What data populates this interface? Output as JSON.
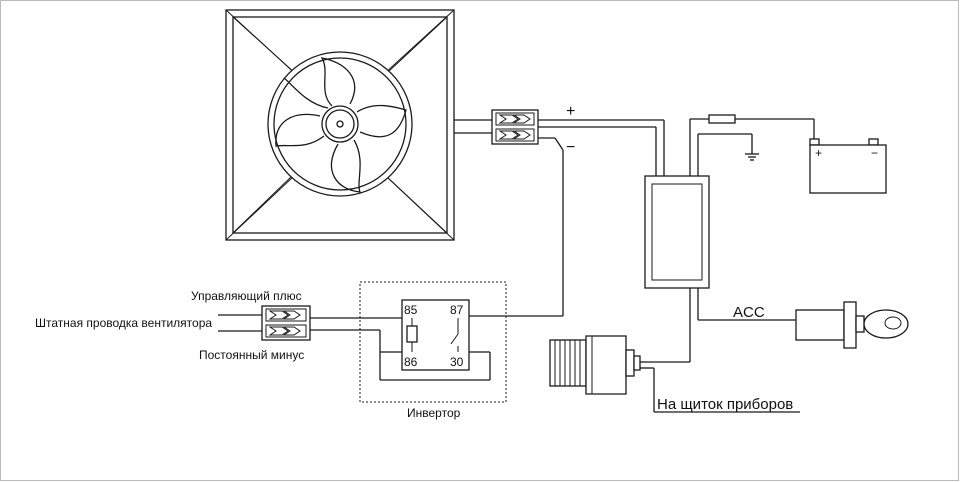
{
  "labels": {
    "control_plus": "Управляющий плюс",
    "stock_wiring": "Штатная проводка вентилятора",
    "constant_minus": "Постоянный минус",
    "inverter": "Инвертор",
    "acc": "ACC",
    "to_dashboard": "На щиток приборов",
    "plus_sign": "+",
    "minus_sign": "−",
    "battery_plus": "+",
    "battery_minus": "−"
  },
  "relay_pins": {
    "p85": "85",
    "p87": "87",
    "p86": "86",
    "p30": "30"
  },
  "colors": {
    "line": "#1a1a1a",
    "background": "#ffffff"
  }
}
